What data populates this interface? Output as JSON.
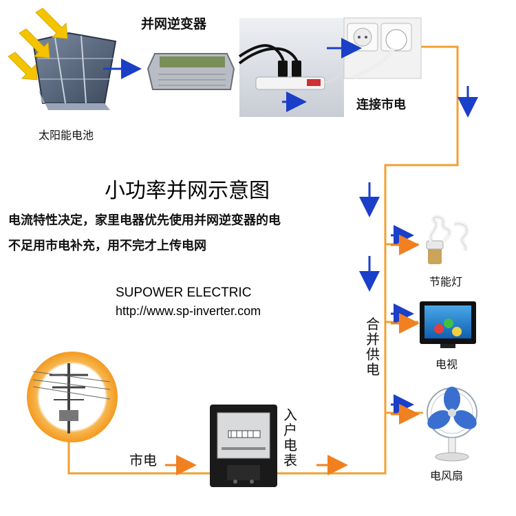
{
  "labels": {
    "inverter": "并网逆变器",
    "solar": "太阳能电池",
    "grid_connect": "连接市电",
    "title": "小功率并网示意图",
    "desc_line1": "电流特性决定，家里电器优先使用并网逆变器的电",
    "desc_line2": "不足用市电补充，用不完才上传电网",
    "brand": "SUPOWER ELECTRIC",
    "url": "http://www.sp-inverter.com",
    "combined_supply": "合并供电",
    "lamp": "节能灯",
    "tv": "电视",
    "fan": "电风扇",
    "mains": "市电",
    "meter": "入户电表"
  },
  "colors": {
    "wire": "#f0a030",
    "arrow_blue": "#1a3fc8",
    "arrow_orange": "#f08020",
    "ring_orange": "#f0a030",
    "meter_body": "#1a1a1a",
    "tv_frame": "#111111",
    "fan_blue": "#3a6fd0"
  },
  "icons": [
    "sun-arrow-icon",
    "solar-panel-icon",
    "inverter-icon",
    "power-strip-icon",
    "wall-socket-icon",
    "cfl-bulb-icon",
    "tv-icon",
    "fan-icon",
    "utility-pole-icon",
    "electric-meter-icon"
  ]
}
